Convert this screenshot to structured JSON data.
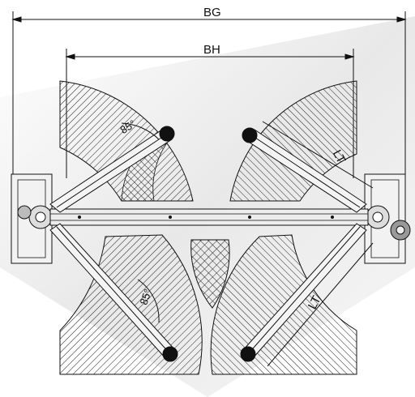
{
  "drawing": {
    "dimensions": {
      "overall_width": "BG",
      "inner_width": "BH",
      "arm_length_upper": "LT",
      "arm_length_lower": "LT"
    },
    "angles": {
      "upper_left": "85°",
      "lower_left": "85°"
    },
    "colors": {
      "line": "#111111",
      "hatch": "#222222",
      "background_shade": "#e9e9e9",
      "post": "#cfcfcf"
    }
  }
}
